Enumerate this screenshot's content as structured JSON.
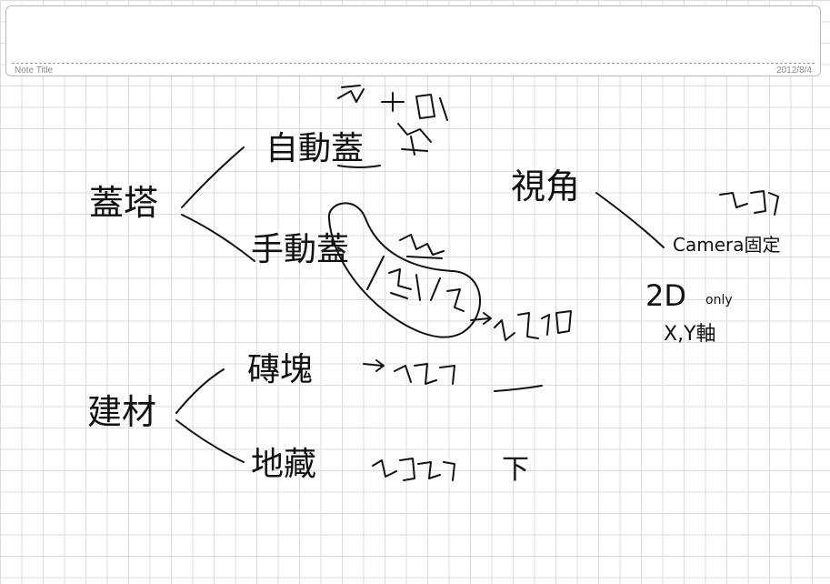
{
  "note": {
    "title_value": "",
    "title_placeholder": "Note Title",
    "date": "2012/8/4"
  },
  "handwriting": {
    "tower": "蓋塔",
    "auto_build": "自動蓋",
    "manual_build": "手動蓋",
    "perspective": "視角",
    "camera": "Camera固定",
    "mode_2d": "2D",
    "only": "only",
    "xy_axis": "X,Y軸",
    "material": "建材",
    "brick": "磚塊",
    "underground": "地藏",
    "down": "下"
  },
  "colors": {
    "ink": "#111111",
    "grid": "#dcdcdc",
    "title_border": "#b8b8b8"
  }
}
